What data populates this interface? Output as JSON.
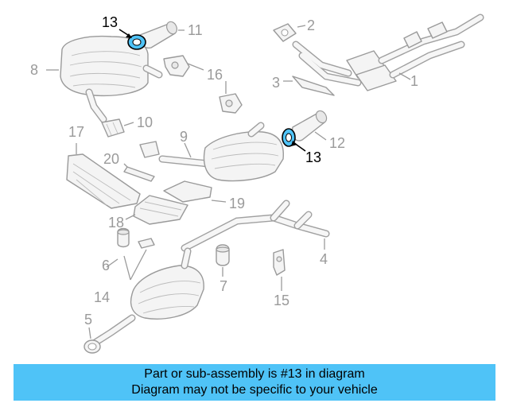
{
  "callouts": {
    "c1": "1",
    "c2": "2",
    "c3": "3",
    "c4": "4",
    "c5": "5",
    "c6": "6",
    "c7": "7",
    "c8": "8",
    "c9": "9",
    "c10": "10",
    "c11": "11",
    "c12": "12",
    "c13a": "13",
    "c13b": "13",
    "c14": "14",
    "c15": "15",
    "c16": "16",
    "c17": "17",
    "c18": "18",
    "c19": "19",
    "c20": "20"
  },
  "banner": {
    "line1": "Part or sub-assembly is #13 in diagram",
    "line2": "Diagram may not be specific to your vehicle"
  },
  "colors": {
    "highlight": "#4fc3f7",
    "parts_stroke": "#9a9a9a",
    "background": "#ffffff"
  }
}
